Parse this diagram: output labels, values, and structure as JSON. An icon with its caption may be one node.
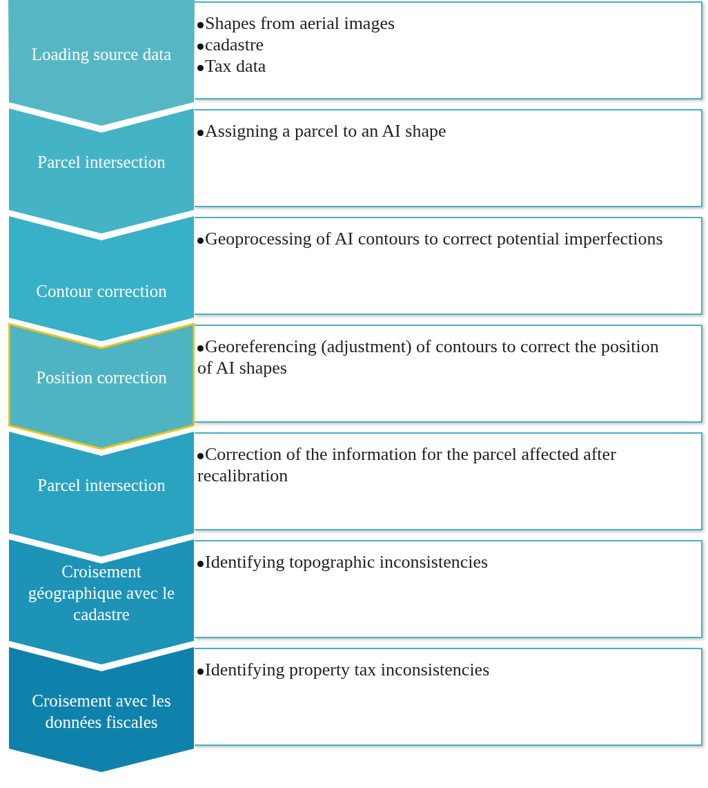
{
  "diagram": {
    "nodes": [
      {
        "text": [
          "Loading source data"
        ]
      },
      {
        "text": [
          "Shapes from aerial images",
          "cadastre",
          "Tax data"
        ]
      },
      {
        "text": [
          "Parcel intersection"
        ]
      },
      {
        "text": [
          "Assigning a parcel to an AI shape"
        ]
      },
      {
        "text": [
          "Contour correction"
        ]
      },
      {
        "text": [
          "Geoprocessing of AI contours to correct potential imperfections"
        ]
      },
      {
        "text": [
          "Position correction"
        ]
      },
      {
        "text": [
          "Georeferencing (adjustment) of contours to correct the position of AI shapes"
        ]
      },
      {
        "text": [
          "Parcel intersection"
        ]
      },
      {
        "text": [
          "Correction of the information for the parcel affected after recalibration"
        ]
      },
      {
        "text": [
          "Croisement géographique avec le cadastre"
        ]
      },
      {
        "text": [
          "Identifying topographic inconsistencies"
        ]
      },
      {
        "text": [
          "Croisement avec les données fiscales"
        ]
      },
      {
        "text": [
          "Identifying property tax inconsistencies"
        ]
      }
    ]
  }
}
